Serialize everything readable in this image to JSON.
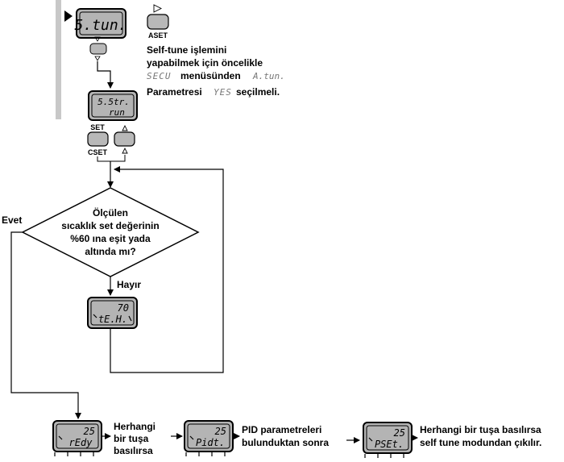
{
  "top_display": "5.tun.",
  "aset_label": "ASET",
  "note": {
    "line1": "Self-tune işlemini",
    "line2": "yapabilmek için öncelikle",
    "secu_code": "SECU",
    "line3_rest": "menüsünden",
    "atun_code": "A.tun.",
    "line4_start": "Parametresi",
    "yes_code": "YES",
    "line4_end": "seçilmeli."
  },
  "sstr_display": {
    "top": "5.5tr.",
    "bottom": "run"
  },
  "set_label": "SET",
  "cset_label": "CSET",
  "decision": {
    "line1": "Ölçülen",
    "line2": "sıcaklık set değerinin",
    "line3": "%60 ına eşit yada",
    "line4": "altında mı?"
  },
  "evet_label": "Evet",
  "hayir_label": "Hayır",
  "teh_display": {
    "top": "70",
    "bottom": "tE.H."
  },
  "redy_display": {
    "top": "25",
    "bottom": "rEdy"
  },
  "pidt_display": {
    "top": "25",
    "bottom": "Pidt."
  },
  "pset_display": {
    "top": "25",
    "bottom": "PSEt."
  },
  "step1_text": {
    "line1": "Herhangi",
    "line2": "bir tuşa",
    "line3": "basılırsa"
  },
  "step2_text": {
    "line1": "PID  parametreleri",
    "line2": "bulunduktan sonra"
  },
  "step3_text": {
    "line1": "Herhangi bir tuşa basılırsa",
    "line2": "self tune modundan çıkılır."
  },
  "colors": {
    "display_bg": "#b4b4b4",
    "side_bar": "#c8c8c8",
    "button": "#b8b8b8"
  }
}
